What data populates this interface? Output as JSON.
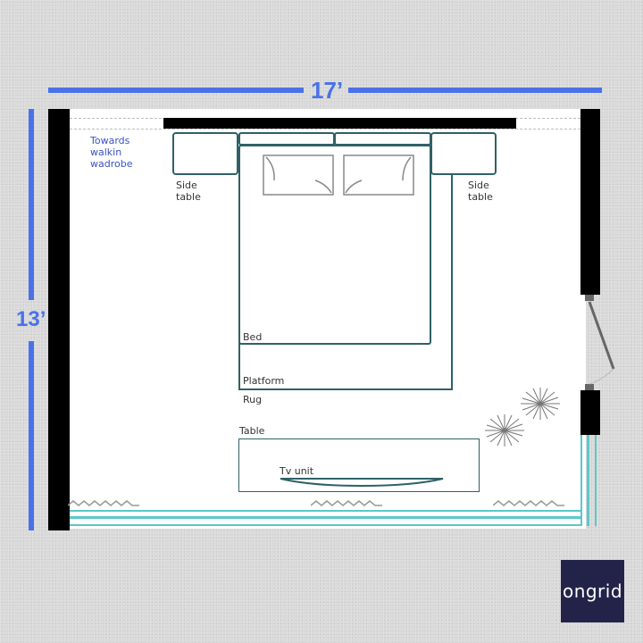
{
  "dimensions": {
    "width_label": "17’",
    "height_label": "13’"
  },
  "labels": {
    "walkin": [
      "Towards",
      "walkin",
      "wadrobe"
    ],
    "side_table_left": [
      "Side",
      "table"
    ],
    "side_table_right": [
      "Side",
      "table"
    ],
    "bed": "Bed",
    "platform": "Platform",
    "rug": "Rug",
    "table": "Table",
    "tv_unit": "Tv unit"
  },
  "brand": {
    "logo_text": "ongrid"
  },
  "colors": {
    "dimension_blue": "#4a72e8",
    "furniture_teal": "#2f6166",
    "window_cyan": "#5cc8c8",
    "logo_bg": "#23234a",
    "label_blue": "#3a52c4"
  }
}
